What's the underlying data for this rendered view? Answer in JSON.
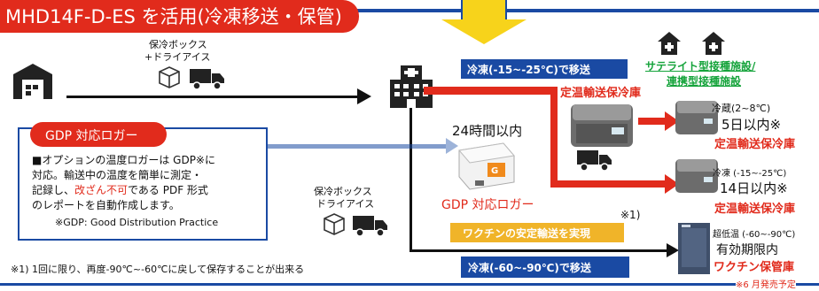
{
  "title": {
    "text": "MHD14F-D-ES を活用(冷凍移送・保管)"
  },
  "origin": {
    "note_line1": "保冷ボックス",
    "note_line2": "+ドライアイス"
  },
  "banner_freeze": {
    "text": "冷凍(-15~-25℃)で移送"
  },
  "banner_ultra": {
    "text": "冷凍(-60~-90℃)で移送"
  },
  "satellite": {
    "line1": "サテライト型接種施設/",
    "line2": "連携型接種施設"
  },
  "transport_label": "定温輸送保冷庫",
  "within24": "24時間以内",
  "gdp": {
    "header": "GDP 対応ロガー",
    "description": "■オプションの温度ロガーは GDP※に対応。輸送中の温度を簡単に測定・記録し、改ざん不可である PDF 形式のレポートを自動作成します。",
    "desc_line1": "■オプションの温度ロガーは GDP※に",
    "desc_line2": "対応。輸送中の温度を簡単に測定・",
    "desc_line3a": "記録し、",
    "desc_line3b": "改ざん不可",
    "desc_line3c": "である PDF 形式",
    "desc_line4": "のレポートを自動作成します。",
    "footnote": "※GDP: Good Distribution Practice"
  },
  "logger_label": "GDP 対応ロガー",
  "mid_note": {
    "line1": "保冷ボックス",
    "line2": "ドライアイス"
  },
  "vaccine_banner": "ワクチンの安定輸送を実現",
  "footnote_marker": "※1)",
  "bottom_note": "※1) 1回に限り、再度-90℃~-60℃に戻して保存することが出来る",
  "dest1": {
    "temp": "冷蔵(2~8℃)",
    "duration": "5日以内※",
    "label": "定温輸送保冷庫"
  },
  "dest2": {
    "temp": "冷凍 (-15~-25℃)",
    "duration": "14日以内※",
    "label": "定温輸送保冷庫"
  },
  "dest3": {
    "temp": "超低温 (-60~-90℃)",
    "line1": "有効期限内",
    "line2": "ワクチン保管庫",
    "release": "※6 月発売予定"
  },
  "colors": {
    "red": "#e12b1c",
    "blue": "#1a4aa3",
    "yellow": "#f7d31b",
    "green": "#14a33a",
    "orange": "#f0b429"
  }
}
